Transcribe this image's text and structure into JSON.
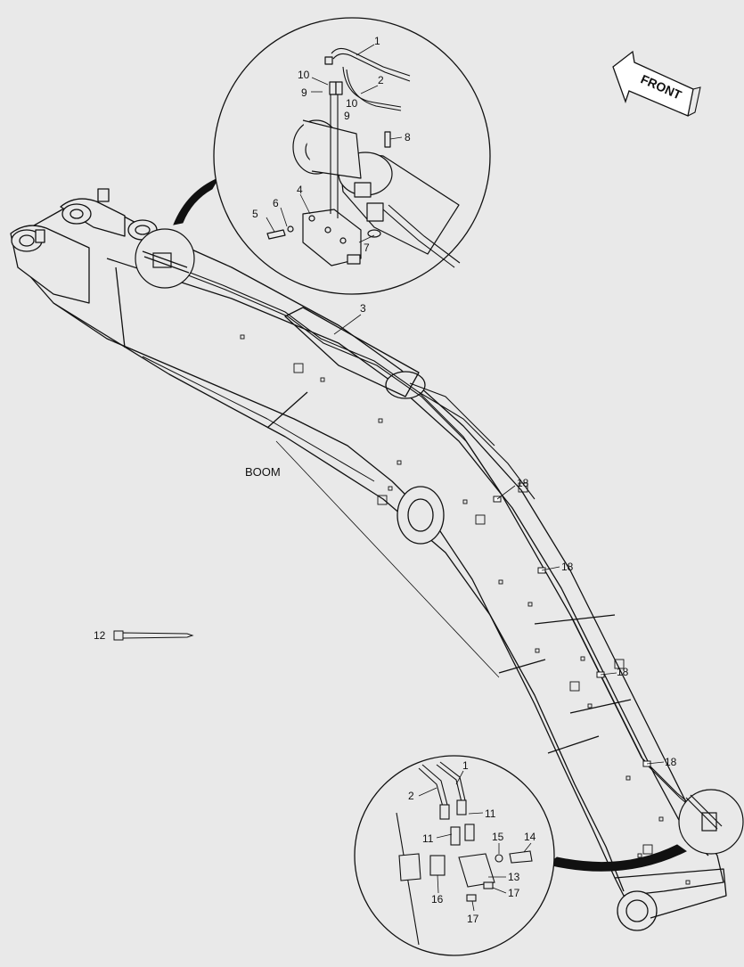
{
  "front_label": "FRONT",
  "boom_label": "BOOM",
  "callouts": [
    {
      "id": "c1a",
      "text": "1"
    },
    {
      "id": "c2a",
      "text": "2"
    },
    {
      "id": "c10a",
      "text": "10"
    },
    {
      "id": "c9a",
      "text": "9"
    },
    {
      "id": "c10b",
      "text": "10"
    },
    {
      "id": "c9b",
      "text": "9"
    },
    {
      "id": "c8",
      "text": "8"
    },
    {
      "id": "c4",
      "text": "4"
    },
    {
      "id": "c6",
      "text": "6"
    },
    {
      "id": "c5",
      "text": "5"
    },
    {
      "id": "c7",
      "text": "7"
    },
    {
      "id": "c3",
      "text": "3"
    },
    {
      "id": "c18a",
      "text": "18"
    },
    {
      "id": "c18b",
      "text": "18"
    },
    {
      "id": "c18c",
      "text": "18"
    },
    {
      "id": "c18d",
      "text": "18"
    },
    {
      "id": "c12",
      "text": "12"
    },
    {
      "id": "c1b",
      "text": "1"
    },
    {
      "id": "c2b",
      "text": "2"
    },
    {
      "id": "c11a",
      "text": "11"
    },
    {
      "id": "c11b",
      "text": "11"
    },
    {
      "id": "c15",
      "text": "15"
    },
    {
      "id": "c14",
      "text": "14"
    },
    {
      "id": "c13",
      "text": "13"
    },
    {
      "id": "c16",
      "text": "16"
    },
    {
      "id": "c17a",
      "text": "17"
    },
    {
      "id": "c17b",
      "text": "17"
    }
  ]
}
